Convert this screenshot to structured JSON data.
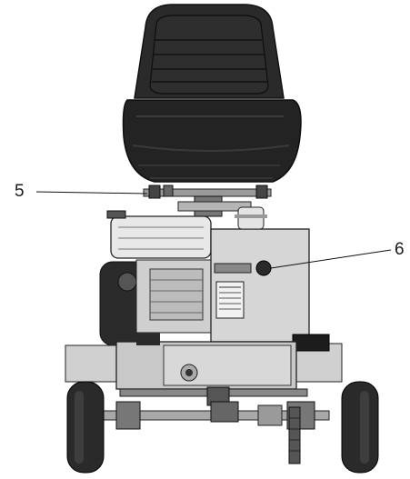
{
  "callouts": [
    {
      "id": "5",
      "label": "5"
    },
    {
      "id": "6",
      "label": "6"
    }
  ],
  "colors": {
    "seat": "#1f1f1f",
    "metal": "#bdbdbd",
    "dark_metal": "#555555",
    "tire": "#2a2a2a",
    "line": "#111111"
  }
}
